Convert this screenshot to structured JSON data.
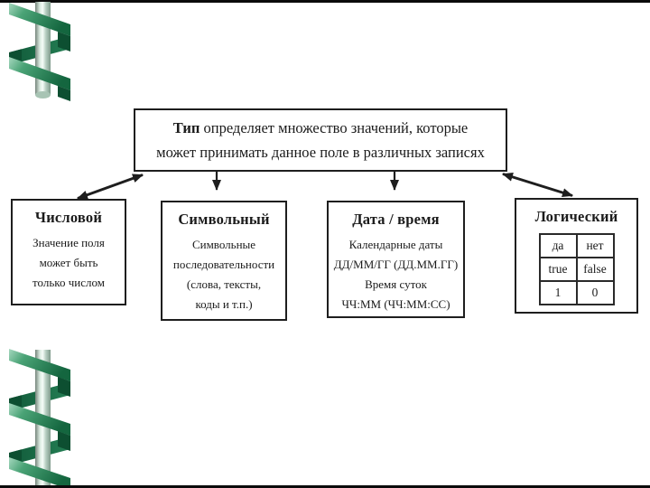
{
  "slide": {
    "background": "#ffffff",
    "ink": "#1e1e1e",
    "colors": {
      "ribbon_green_bright": "#a6d8bf",
      "ribbon_green": "#2e8f62",
      "ribbon_green_dark": "#0d4f31",
      "pole_highlight": "#f6fdf9"
    }
  },
  "diagram": {
    "top_box": {
      "bold": "Тип",
      "rest": "определяет множество значений, которые может принимать данное поле в различных записях"
    },
    "types": [
      {
        "title": "Числовой",
        "lines": [
          "Значение поля",
          "может быть",
          "только числом"
        ]
      },
      {
        "title": "Символьный",
        "lines": [
          "Символьные",
          "последовательности",
          "(слова, тексты,",
          "коды и т.п.)"
        ]
      },
      {
        "title": "Дата / время",
        "lines": [
          "Календарные даты",
          "ДД/ММ/ГГ (ДД.ММ.ГГ)",
          "Время суток",
          "ЧЧ:ММ (ЧЧ:ММ:СС)"
        ]
      },
      {
        "title": "Логический",
        "table": {
          "rows": [
            [
              "да",
              "нет"
            ],
            [
              "true",
              "false"
            ],
            [
              "1",
              "0"
            ]
          ]
        }
      }
    ]
  }
}
